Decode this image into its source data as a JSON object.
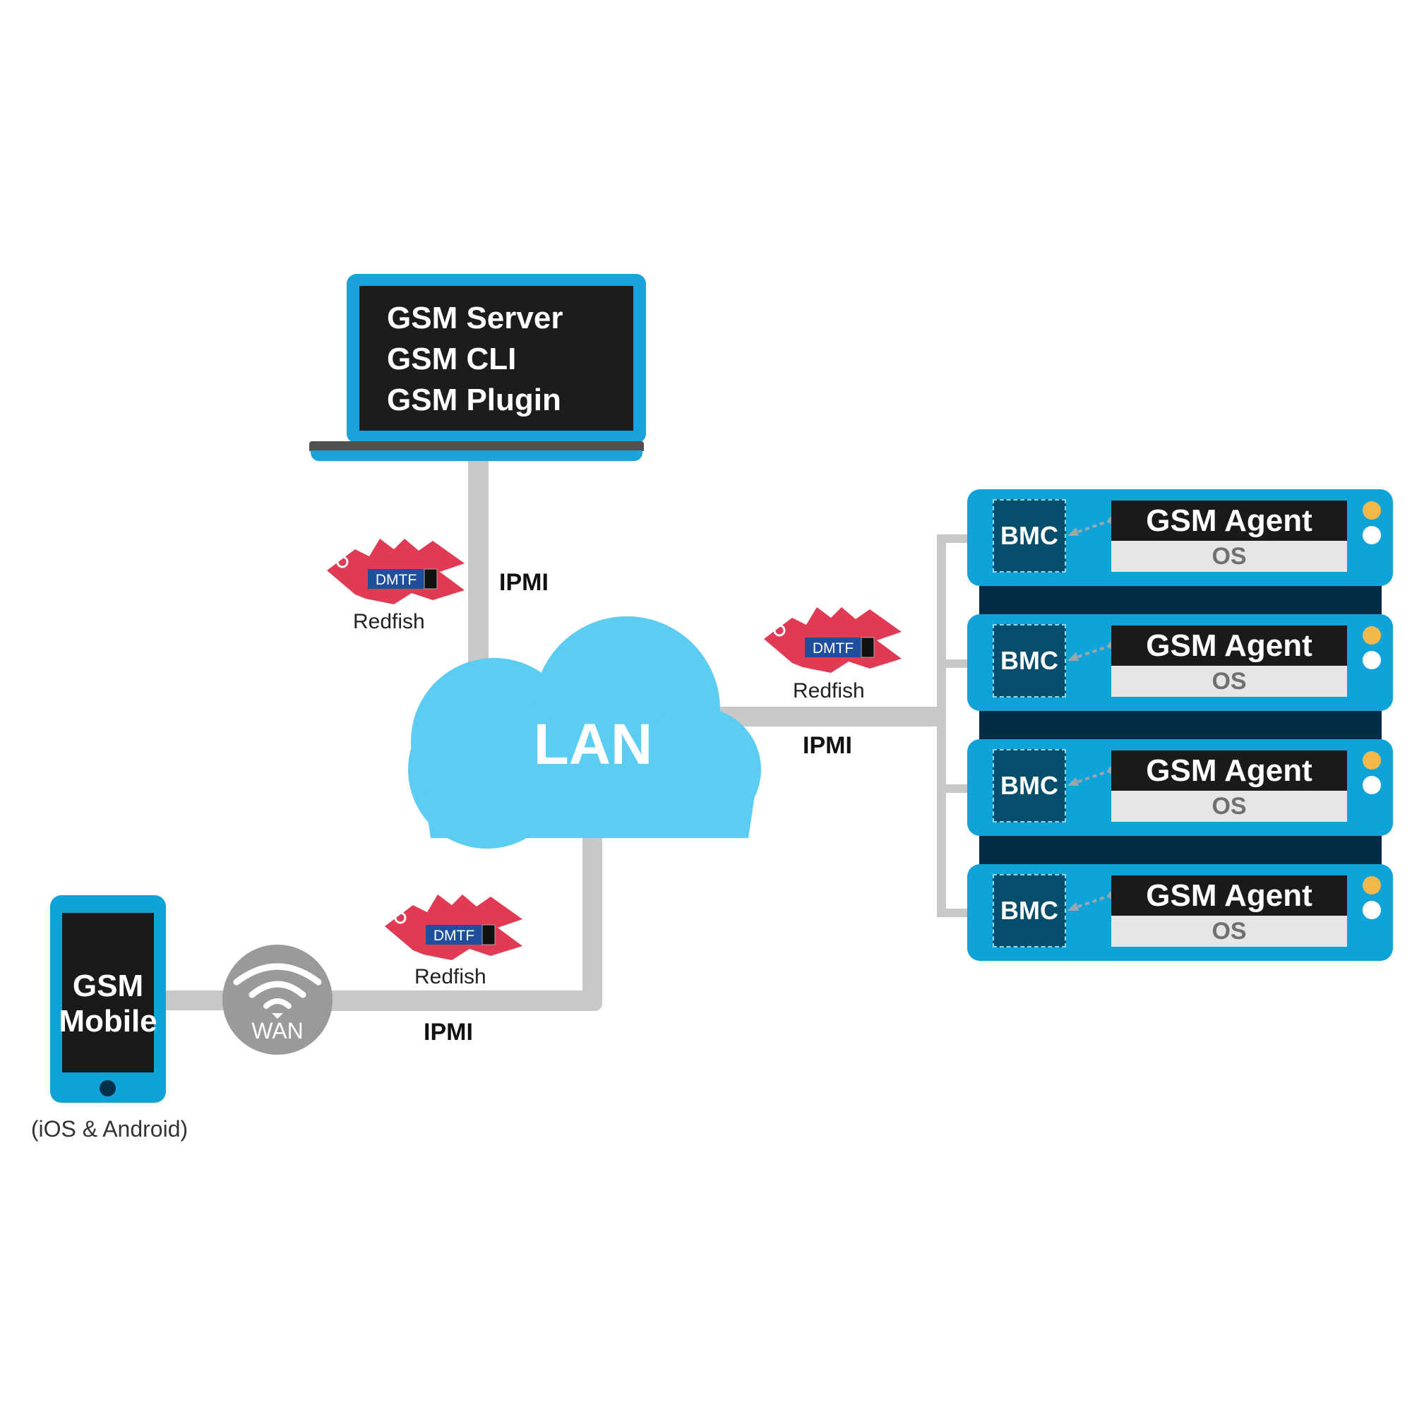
{
  "colors": {
    "device_blue": "#10a3da",
    "cloud_blue": "#5bcdf2",
    "screen_black": "#1c1c1c",
    "navy": "#032c45",
    "bmc_teal": "#064e6b",
    "connector_gray": "#c8c8c8",
    "wan_gray": "#9a9a9a",
    "led_yellow": "#f4b84a",
    "redfish_red": "#e03a55",
    "dmtf_blue": "#1f4f9c"
  },
  "laptop": {
    "lines": [
      "GSM Server",
      "GSM CLI",
      "GSM Plugin"
    ]
  },
  "cloud": {
    "label": "LAN"
  },
  "connections": {
    "top": {
      "protocol_primary": "Redfish",
      "protocol_secondary": "IPMI",
      "logo_text": "DMTF"
    },
    "right": {
      "protocol_primary": "Redfish",
      "protocol_secondary": "IPMI",
      "logo_text": "DMTF"
    },
    "bottom": {
      "protocol_primary": "Redfish",
      "protocol_secondary": "IPMI",
      "logo_text": "DMTF"
    }
  },
  "servers": [
    {
      "bmc_label": "BMC",
      "agent_label": "GSM Agent",
      "os_label": "OS"
    },
    {
      "bmc_label": "BMC",
      "agent_label": "GSM Agent",
      "os_label": "OS"
    },
    {
      "bmc_label": "BMC",
      "agent_label": "GSM Agent",
      "os_label": "OS"
    },
    {
      "bmc_label": "BMC",
      "agent_label": "GSM Agent",
      "os_label": "OS"
    }
  ],
  "mobile": {
    "line1": "GSM",
    "line2": "Mobile",
    "platforms": "(iOS & Android)"
  },
  "wan": {
    "label": "WAN",
    "icon": "wifi-icon"
  }
}
